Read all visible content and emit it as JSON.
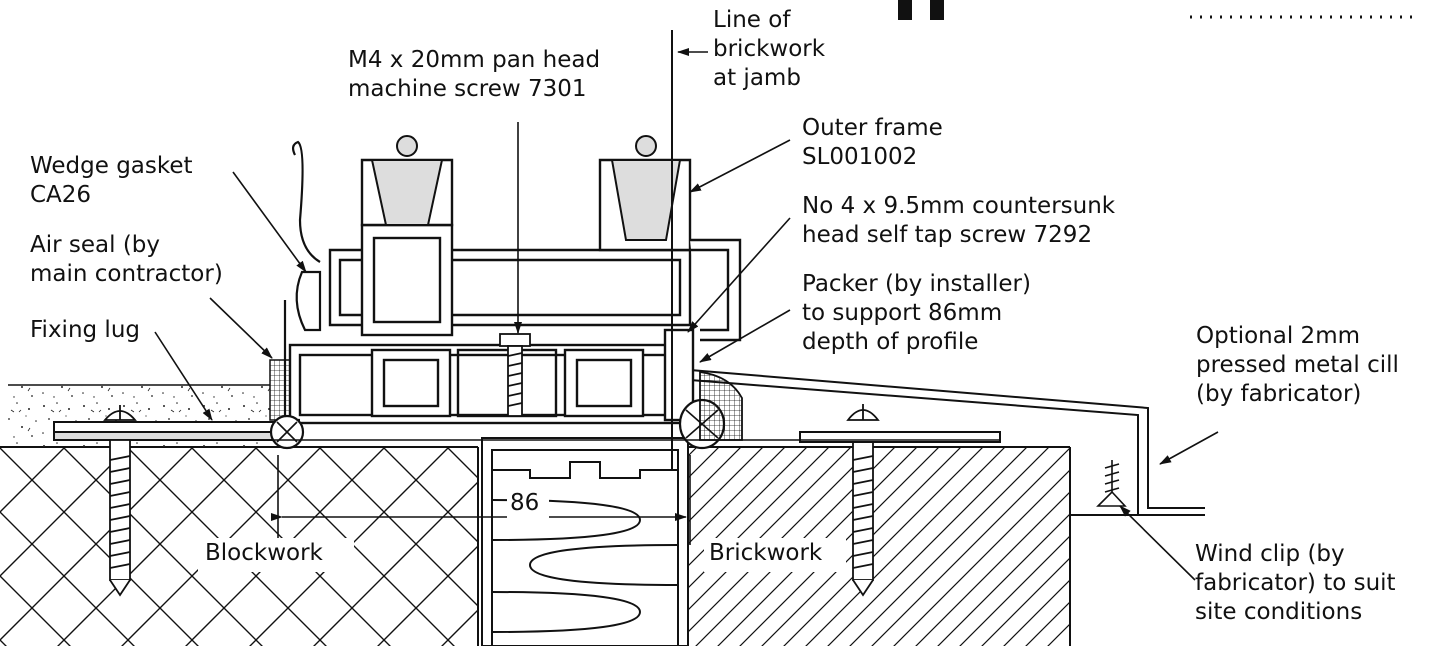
{
  "labels": {
    "line_of_brickwork": "Line of\nbrickwork\nat jamb",
    "pan_head_screw": "M4 x 20mm pan head\nmachine screw 7301",
    "outer_frame": "Outer frame\nSL001002",
    "countersunk_screw": "No 4 x 9.5mm countersunk\nhead self tap screw 7292",
    "wedge_gasket": "Wedge gasket\nCA26",
    "air_seal": "Air seal (by\nmain contractor)",
    "packer": "Packer (by installer)\nto support 86mm\ndepth of profile",
    "fixing_lug": "Fixing lug",
    "optional_cill": "Optional 2mm\npressed metal cill\n(by fabricator)",
    "blockwork": "Blockwork",
    "brickwork": "Brickwork",
    "dimension_86": "86",
    "wind_clip": "Wind clip (by\nfabricator) to suit\nsite conditions"
  },
  "colors": {
    "line": "#111111",
    "background": "#ffffff"
  }
}
